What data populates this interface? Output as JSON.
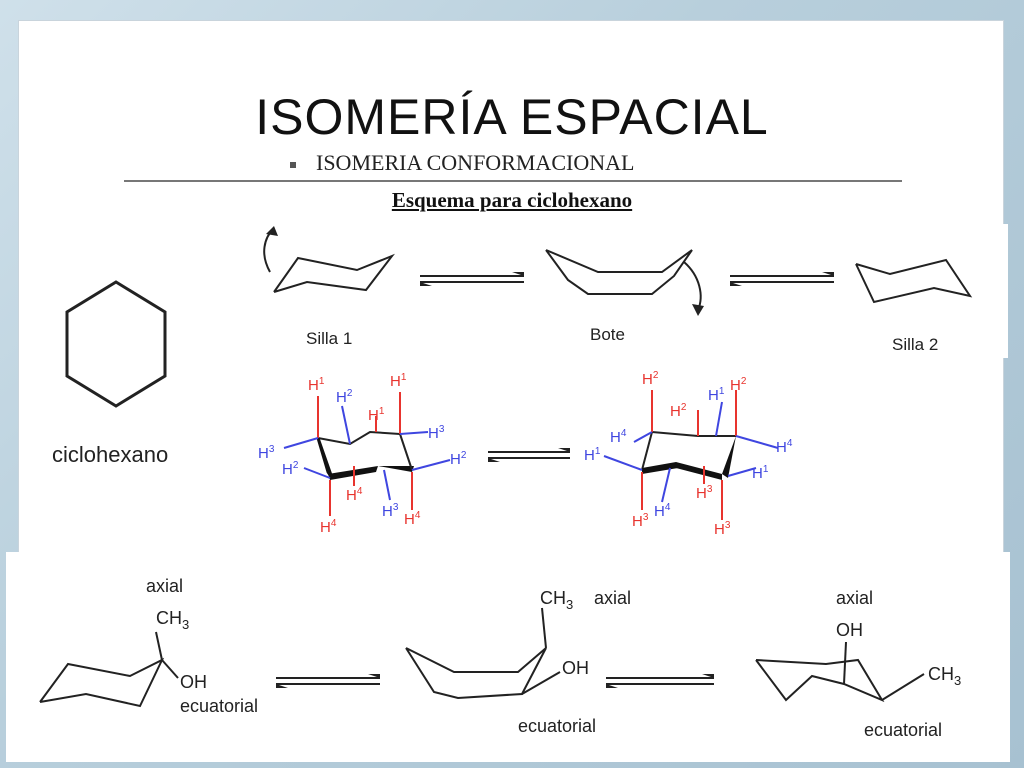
{
  "slide": {
    "title": "ISOMERÍA ESPACIAL",
    "bullet": "ISOMERIA CONFORMACIONAL",
    "subtitle": "Esquema para ciclohexano"
  },
  "left_panel": {
    "label": "ciclohexano"
  },
  "conformations": {
    "silla1": "Silla 1",
    "bote": "Bote",
    "silla2": "Silla 2"
  },
  "hydrogens": {
    "h1": "H",
    "sup1": "1",
    "sup2": "2",
    "sup3": "3",
    "sup4": "4"
  },
  "bottom": {
    "axial": "axial",
    "ecuatorial": "ecuatorial",
    "ch": "CH",
    "sub3": "3",
    "oh": "OH"
  },
  "colors": {
    "red": "#e8342e",
    "blue": "#3f46e0",
    "black": "#1a1a1a"
  }
}
